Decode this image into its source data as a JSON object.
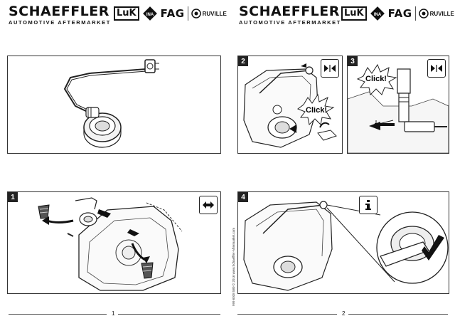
{
  "pages": [
    {
      "brand": "SCHAEFFLER",
      "subtitle": "AUTOMOTIVE AFTERMARKET",
      "logos": [
        "LuK",
        "INA",
        "FAG",
        "RUVILLE"
      ],
      "page_number": "1",
      "steps": [
        {
          "number": "1",
          "icon": "swap-arrows-icon"
        }
      ]
    },
    {
      "brand": "SCHAEFFLER",
      "subtitle": "AUTOMOTIVE AFTERMARKET",
      "logos": [
        "LuK",
        "INA",
        "FAG",
        "RUVILLE"
      ],
      "page_number": "2",
      "steps": [
        {
          "number": "2",
          "callout": "Click!",
          "icon": "connect-arrows-icon"
        },
        {
          "number": "3",
          "callout": "Click!",
          "icon": "connect-arrows-icon"
        },
        {
          "number": "4",
          "icon": "info-icon"
        }
      ],
      "side_text": "999 6038 580 © 2016 www.Schaeffler-Aftermarket.com"
    }
  ]
}
